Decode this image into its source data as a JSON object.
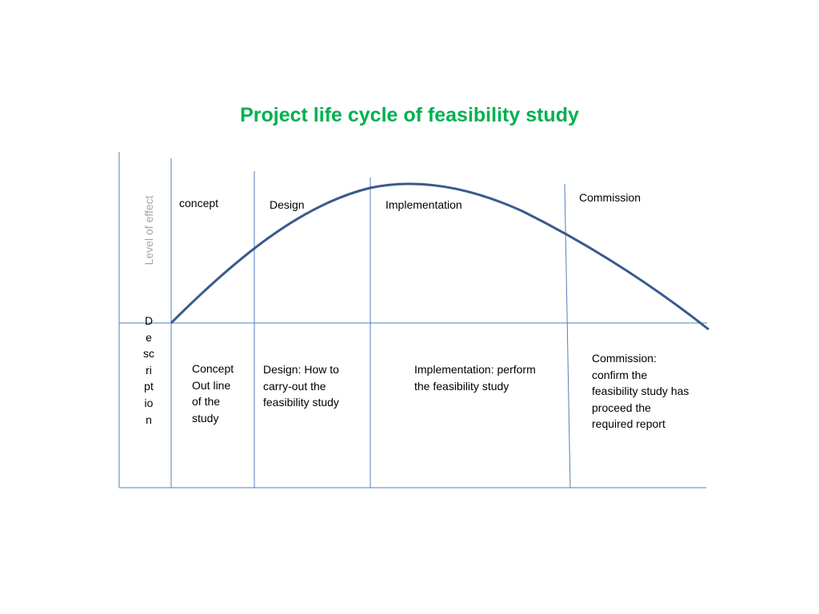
{
  "title": "Project life cycle of feasibility study",
  "y_axis_label": "Level of effect",
  "description_label": "Description",
  "phases": [
    {
      "label": "concept",
      "description": "Concept Out line of the study"
    },
    {
      "label": "Design",
      "description": "Design: How to carry-out the feasibility study"
    },
    {
      "label": "Implementation",
      "description": "Implementation: perform the feasibility study"
    },
    {
      "label": "Commission",
      "description": "Commission: confirm the feasibility study has proceed the required report"
    }
  ],
  "colors": {
    "title": "#00b050",
    "curve": "#3a5a8c",
    "grid_lines": "#4f81bd",
    "axis_label": "#a6a6a6"
  }
}
